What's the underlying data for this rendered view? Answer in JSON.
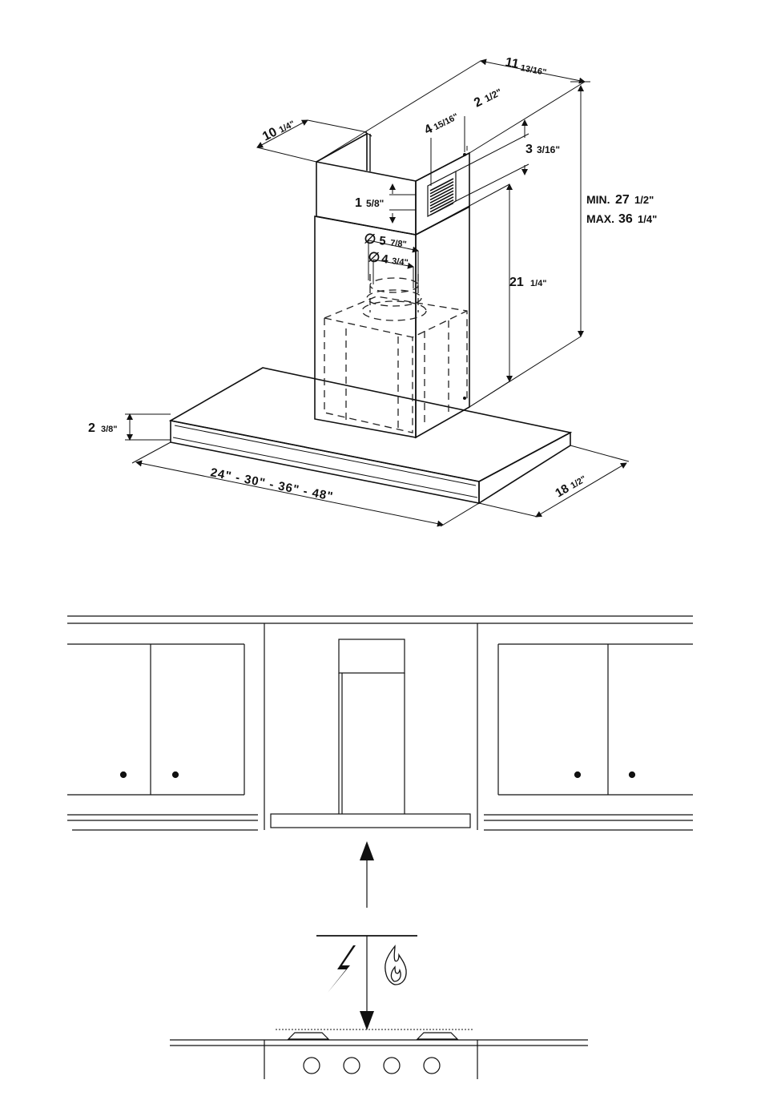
{
  "dimensions": {
    "duct_depth": {
      "whole": "11",
      "frac": "13/16\""
    },
    "duct_width": {
      "whole": "10",
      "frac": "1/4\""
    },
    "vent_offset": {
      "whole": "4",
      "frac": "15/16\""
    },
    "vent_width": {
      "whole": "2",
      "frac": "1/2\""
    },
    "vent_height": {
      "whole": "3",
      "frac": "3/16\""
    },
    "collar_height": {
      "whole": "1",
      "frac": "5/8\""
    },
    "outlet_outer": {
      "whole": "5",
      "frac": "7/8\""
    },
    "outlet_inner": {
      "whole": "4",
      "frac": "3/4\""
    },
    "lower_chimney": {
      "whole": "21",
      "frac": "1/4\""
    },
    "overall_min": {
      "prefix": "MIN.",
      "whole": "27",
      "frac": "1/2\""
    },
    "overall_max": {
      "prefix": "MAX.",
      "whole": "36",
      "frac": "1/4\""
    },
    "canopy_height": {
      "whole": "2",
      "frac": "3/8\""
    },
    "canopy_widths": "24\" - 30\" - 36\" - 48\"",
    "canopy_depth": {
      "whole": "18",
      "frac": "1/2\""
    },
    "diameter_symbol": "∅"
  },
  "icons": [
    "lightning-bolt-icon",
    "flame-icon",
    "up-arrow-icon"
  ],
  "colors": {
    "line": "#111111",
    "background": "#ffffff"
  }
}
